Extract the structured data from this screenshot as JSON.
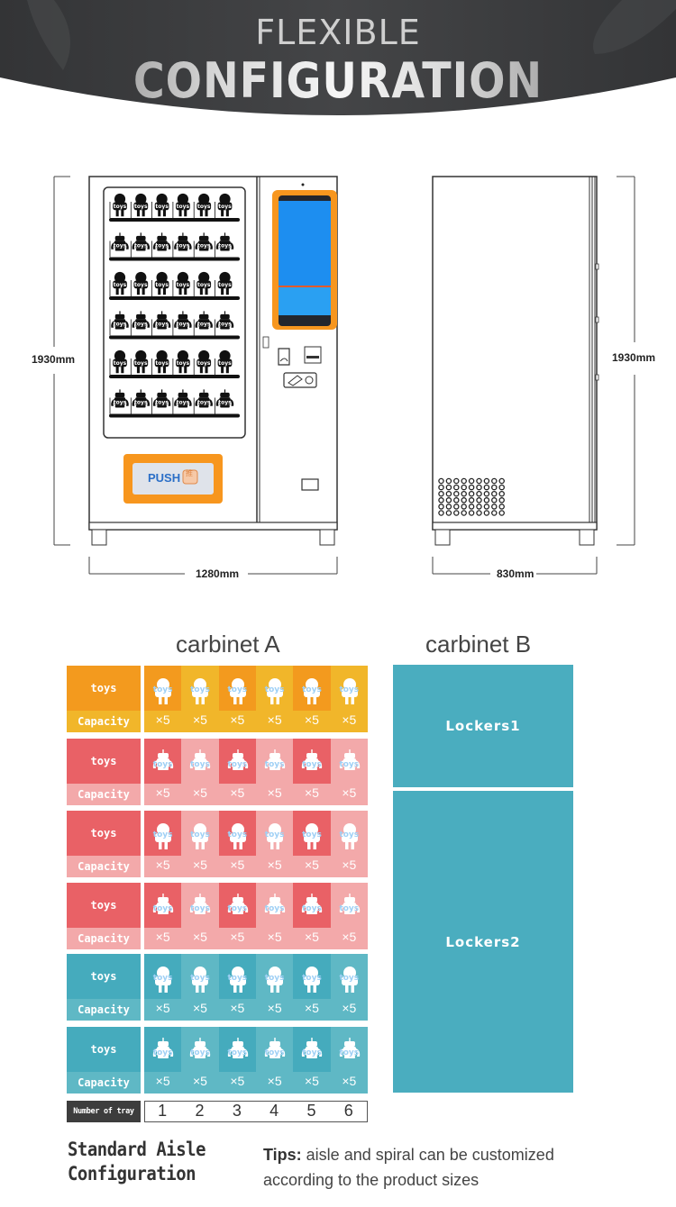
{
  "header": {
    "line1": "FLEXIBLE",
    "line2": "CONFIGURATION"
  },
  "front_view": {
    "height_label": "1930mm",
    "width_label": "1280mm",
    "shelf_item_label": "toys",
    "shelves": 6,
    "items_per_shelf": 6,
    "push_label": "PUSH",
    "push_icon_label": "推"
  },
  "side_view": {
    "height_label": "1930mm",
    "depth_label": "830mm",
    "vent_rows": 6,
    "vent_cols": 9
  },
  "cabinet_a": {
    "title": "carbinet A",
    "trays": [
      {
        "name": "toys",
        "capacity_label": "Capacity",
        "robot": "round",
        "theme": "orange",
        "quantities": [
          "×5",
          "×5",
          "×5",
          "×5",
          "×5",
          "×5"
        ],
        "slot_label": "toys"
      },
      {
        "name": "toys",
        "capacity_label": "Capacity",
        "robot": "antenna",
        "theme": "red",
        "quantities": [
          "×5",
          "×5",
          "×5",
          "×5",
          "×5",
          "×5"
        ],
        "slot_label": "toys"
      },
      {
        "name": "toys",
        "capacity_label": "Capacity",
        "robot": "round",
        "theme": "red",
        "quantities": [
          "×5",
          "×5",
          "×5",
          "×5",
          "×5",
          "×5"
        ],
        "slot_label": "toys"
      },
      {
        "name": "toys",
        "capacity_label": "Capacity",
        "robot": "antenna",
        "theme": "red",
        "quantities": [
          "×5",
          "×5",
          "×5",
          "×5",
          "×5",
          "×5"
        ],
        "slot_label": "toys"
      },
      {
        "name": "toys",
        "capacity_label": "Capacity",
        "robot": "round",
        "theme": "teal",
        "quantities": [
          "×5",
          "×5",
          "×5",
          "×5",
          "×5",
          "×5"
        ],
        "slot_label": "toys"
      },
      {
        "name": "toys",
        "capacity_label": "Capacity",
        "robot": "antenna",
        "theme": "teal",
        "quantities": [
          "×5",
          "×5",
          "×5",
          "×5",
          "×5",
          "×5"
        ],
        "slot_label": "toys"
      }
    ],
    "number_of_tray_label": "Number of tray",
    "tray_numbers": [
      "1",
      "2",
      "3",
      "4",
      "5",
      "6"
    ]
  },
  "cabinet_b": {
    "title": "carbinet B",
    "lockers": [
      "Lockers1",
      "Lockers2"
    ]
  },
  "themes": {
    "orange": {
      "label_top": "#f39a1e",
      "label_bottom": "#f1b62a",
      "slot_dark": "#f39a1e",
      "slot_light": "#f1b62a",
      "bottom": "#f1b62a"
    },
    "red": {
      "label_top": "#e96166",
      "label_bottom": "#f3a9aa",
      "slot_dark": "#e96166",
      "slot_light": "#f3a9aa",
      "bottom": "#f3a9aa"
    },
    "teal": {
      "label_top": "#45abbd",
      "label_bottom": "#5fb8c5",
      "slot_dark": "#45abbd",
      "slot_light": "#5fb8c5",
      "bottom": "#5fb8c5"
    }
  },
  "colors": {
    "header_bg": "#3b3c3e",
    "accent_orange": "#f7961e",
    "screen_blue": "#1d8ef0",
    "locker_teal": "#4aadbf"
  },
  "footer": {
    "title_line1": "Standard Aisle",
    "title_line2": "Configuration",
    "tips_label": "Tips:",
    "tips_line1": " aisle and spiral can be customized",
    "tips_line2": "according to the  product sizes"
  }
}
